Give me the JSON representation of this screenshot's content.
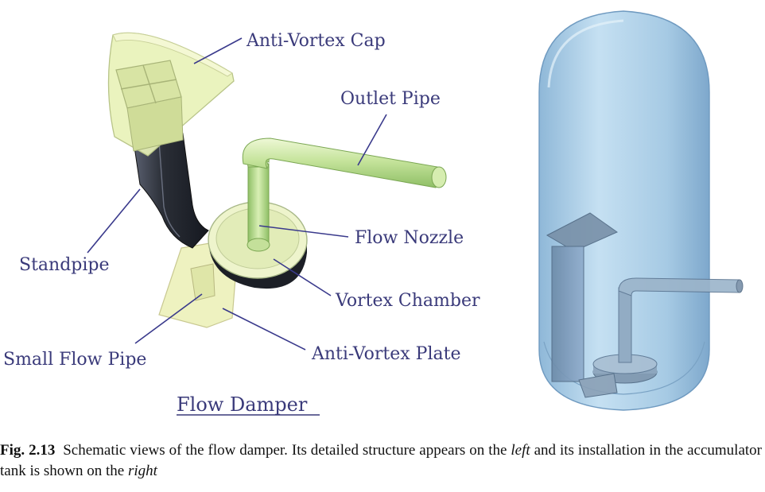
{
  "figure": {
    "labels": {
      "anti_vortex_cap": "Anti-Vortex Cap",
      "outlet_pipe": "Outlet Pipe",
      "flow_nozzle": "Flow Nozzle",
      "standpipe": "Standpipe",
      "vortex_chamber": "Vortex Chamber",
      "small_flow_pipe": "Small Flow Pipe",
      "anti_vortex_plate": "Anti-Vortex Plate"
    },
    "subtitle": "Flow Damper",
    "colors": {
      "label_text": "#3a3a7a",
      "cap_fill": "#e6f0b0",
      "pipe_green": "#c8e6a0",
      "standpipe_dark": "#2c3038",
      "tank_blue": "#a9cde8"
    }
  },
  "caption": {
    "fig_number": "Fig. 2.13",
    "text_1": "Schematic views of the flow damper. Its detailed structure appears on the ",
    "em_1": "left",
    "text_2": " and its installation in the accumulator tank is shown on the ",
    "em_2": "right"
  }
}
